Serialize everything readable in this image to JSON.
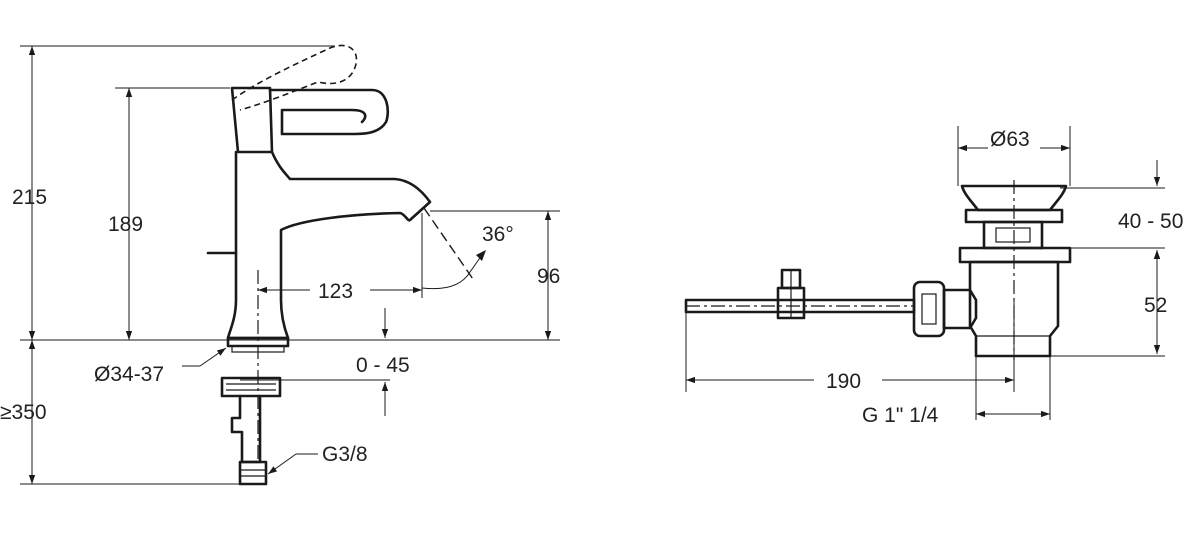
{
  "faucet_view": {
    "dims": {
      "total_height": "215",
      "spout_height": "189",
      "spout_reach": "123",
      "spout_angle": "36°",
      "outlet_height": "96",
      "deck_hole": "Ø34-37",
      "deck_thickness": "0 - 45",
      "hose_length": "≥350",
      "connection_thread": "G3/8"
    }
  },
  "waste_view": {
    "dims": {
      "plug_diameter": "Ø63",
      "plug_lift": "40 - 50",
      "body_height": "52",
      "rod_length": "190",
      "thread": "G 1\" 1/4"
    }
  }
}
